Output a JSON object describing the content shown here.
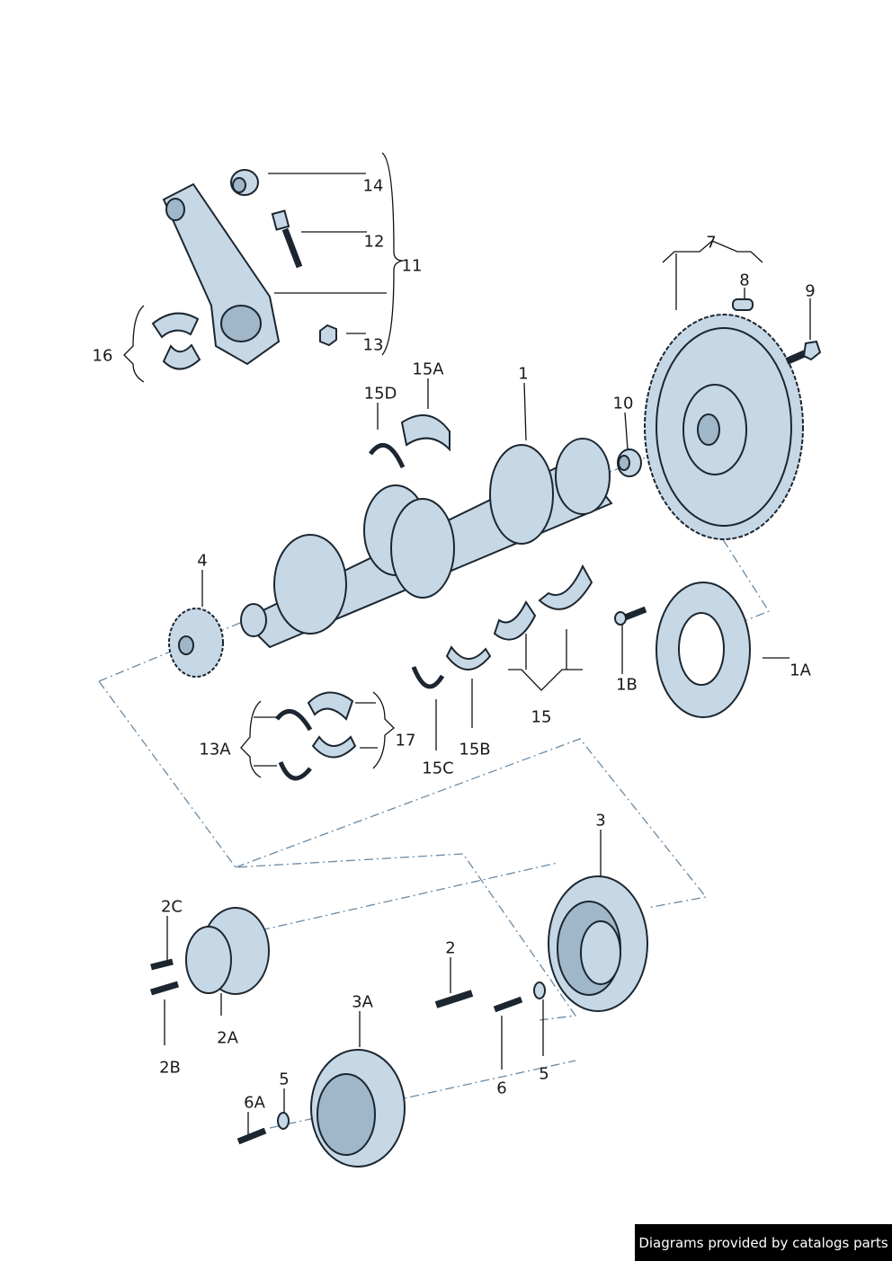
{
  "diagram": {
    "labels": {
      "l14": "14",
      "l12": "12",
      "l11": "11",
      "l13": "13",
      "l16": "16",
      "l7": "7",
      "l8": "8",
      "l9": "9",
      "l15A": "15A",
      "l15D": "15D",
      "l1": "1",
      "l10": "10",
      "l4": "4",
      "l1B": "1B",
      "l1A": "1A",
      "l15": "15",
      "l15C": "15C",
      "l15B": "15B",
      "l17": "17",
      "l13A": "13A",
      "l3": "3",
      "l2C": "2C",
      "l2": "2",
      "l2A": "2A",
      "l2B": "2B",
      "l3A": "3A",
      "l5a": "5",
      "l6A": "6A",
      "l6": "6",
      "l5b": "5"
    }
  },
  "footer": {
    "text": "Diagrams provided by catalogs parts"
  }
}
